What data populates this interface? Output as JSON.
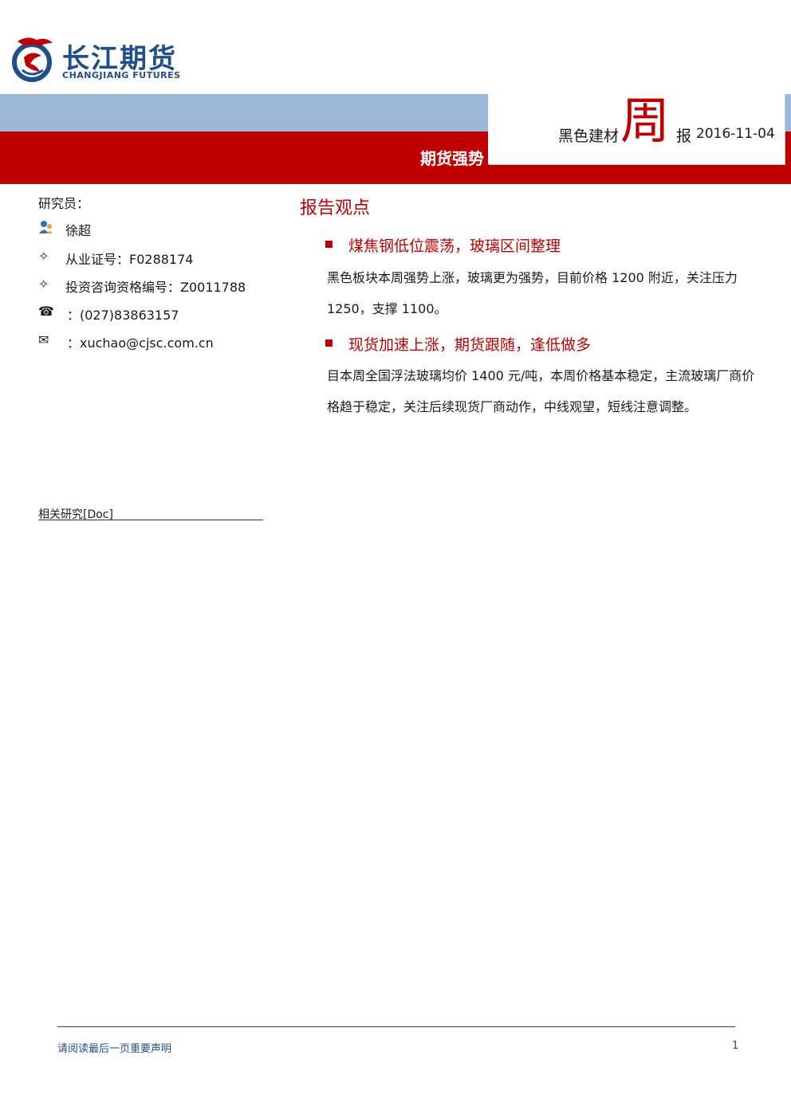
{
  "logo": {
    "name_cn": "长江期货",
    "name_en": "CHANGJIANG FUTURES"
  },
  "banner": {
    "title": "期货强势"
  },
  "report_type": {
    "category": "黑色建材",
    "big_char": "周",
    "suffix": "报",
    "date": "2016-11-04"
  },
  "researcher": {
    "label": "研究员：",
    "name": "徐超",
    "cert": "从业证号：F0288174",
    "consult": "投资咨询资格编号：Z0011788",
    "phone": "：(027)83863157",
    "email": "：xuchao@cjsc.com.cn",
    "related": "相关研究[Doc]"
  },
  "section": {
    "title": "报告观点",
    "items": [
      {
        "heading": "煤焦钢低位震荡，玻璃区间整理",
        "text": "黑色板块本周强势上涨，玻璃更为强势，目前价格 1200 附近，关注压力 1250，支撑 1100。"
      },
      {
        "heading": "现货加速上涨，期货跟随，逢低做多",
        "text": "目本周全国浮法玻璃均价 1400 元/吨，本周价格基本稳定，主流玻璃厂商价格趋于稳定，关注后续现货厂商动作，中线观望，短线注意调整。"
      }
    ]
  },
  "footer": {
    "note": "请阅读最后一页重要声明",
    "page": "1"
  },
  "colors": {
    "brand_blue": "#1f4e8c",
    "accent_red": "#c00000",
    "band_blue": "#9cb8d9"
  }
}
